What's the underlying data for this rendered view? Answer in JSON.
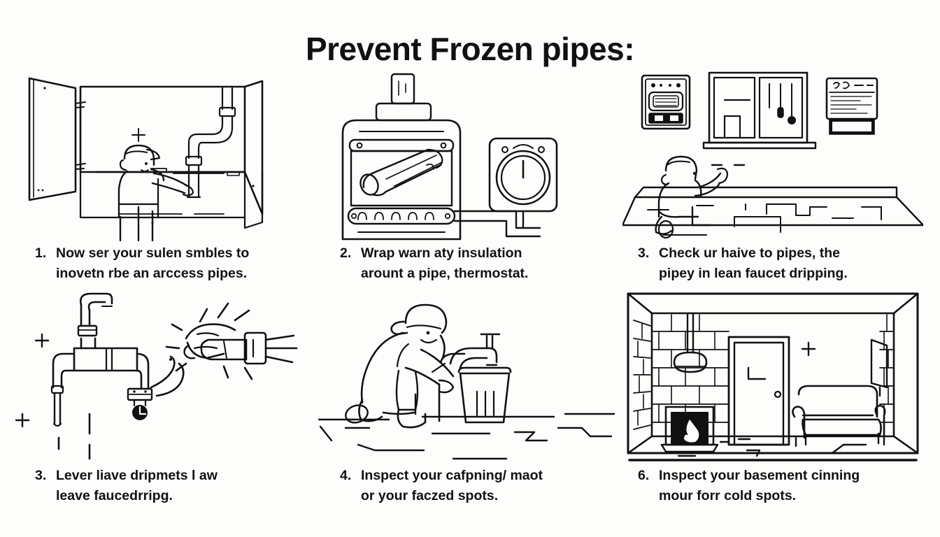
{
  "poster": {
    "title": "Prevent Frozen pipes:",
    "background_color": "#fdfdfb",
    "ink_color": "#111111",
    "style": "black and white line art infographic, 2 rows x 3 columns"
  },
  "steps": [
    {
      "number": "1.",
      "text": "Now ser your sulen smbles to inovetn rbe an arccess pipes.",
      "line1": "Now ser your sulen smbles to",
      "line2": "inovetn rbe an arccess pipes.",
      "illustration": "person-opening-sink-cabinet-to-access-pipes"
    },
    {
      "number": "2.",
      "text": "Wrap warn aty insulation arount a pipe, thermostat.",
      "line1": "Wrap warn aty insulation",
      "line2": "arount a pipe, thermostat.",
      "illustration": "water-heater-with-insulated-pipe-and-thermostat-dial"
    },
    {
      "number": "3.",
      "text": "Check ur haive to pipes, the pipey in lean faucet dripping.",
      "line1": "Check ur haive to pipes, the",
      "line2": "pipey in lean faucet dripping.",
      "illustration": "person-kneeling-pointing-at-wall-with-oven-window-appliance"
    },
    {
      "number": "3.",
      "text": "Lever liave dripmets l aw leave faucedrripg.",
      "line1": "Lever liave dripmets l aw",
      "line2": "leave faucedrripg.",
      "illustration": "pipe-assembly-with-dripping-faucet-and-hand-holding-heat-tool"
    },
    {
      "number": "4.",
      "text": "Inspect your cafpning/ maot or your faczed spots.",
      "line1": "Inspect your cafpning/ maot",
      "line2": "or your faczed spots.",
      "illustration": "worker-kneeling-at-faucet-with-bucket"
    },
    {
      "number": "6.",
      "text": "Inspect your basement cinning mour forr cold spots.",
      "line1": "Inspect your basement cinning",
      "line2": "mour forr cold spots.",
      "illustration": "basement-room-with-brick-wall-fireplace-door-sofa-pendant-lamp"
    }
  ]
}
